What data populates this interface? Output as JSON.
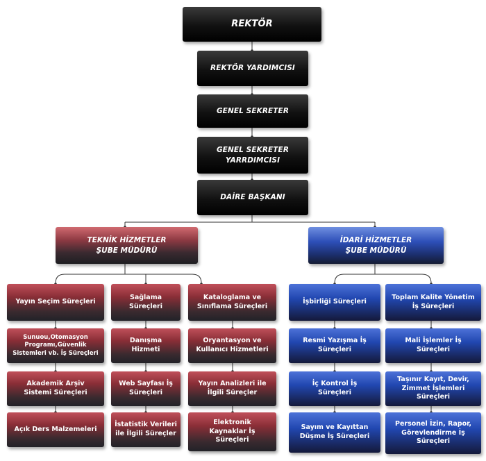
{
  "nodes": {
    "rektor": "REKTÖR",
    "rektor_yardimcisi": "REKTÖR YARDIMCISI",
    "genel_sekreter": "GENEL SEKRETER",
    "genel_sekreter_yardimcisi": "GENEL SEKRETER YARRDIMCISI",
    "daire_baskani": "DAİRE BAŞKANI",
    "teknik_mudur": "TEKNİK HİZMETLER ŞUBE MÜDÜRÜ",
    "idari_mudur": "İDARİ HİZMETLER ŞUBE MÜDÜRÜ"
  },
  "teknik_columns": [
    [
      "Yayın Seçim Süreçleri",
      "Sunuou,Otomasyon Programı,Güvenlik Sistemleri vb. İş Süreçleri",
      "Akademik Arşiv Sistemi Süreçleri",
      "Açık Ders Malzemeleri"
    ],
    [
      "Sağlama Süreçleri",
      "Danışma Hizmeti",
      "Web Sayfası İş Süreçleri",
      "İstatistik Verileri ile İlgili Süreçler"
    ],
    [
      "Kataloglama ve Sınıflama Süreçleri",
      "Oryantasyon ve Kullanıcı Hizmetleri",
      "Yayın Analizleri ile İlgili Süreçler",
      "Elektronik Kaynaklar İş Süreçleri"
    ]
  ],
  "idari_columns": [
    [
      "İşbirliği Süreçleri",
      "Resmi Yazışma İş Süreçleri",
      "İç Kontrol İş Süreçleri",
      "Sayım ve Kayıttan Düşme İş Süreçleri"
    ],
    [
      "Toplam Kalite Yönetim İş Süreçleri",
      "Mali İşlemler İş Süreçleri",
      "Taşınır Kayıt, Devir, Zimmet İşlemleri Süreçleri",
      "Personel İzin, Rapor, Görevlendirme İş Süreçleri"
    ]
  ]
}
